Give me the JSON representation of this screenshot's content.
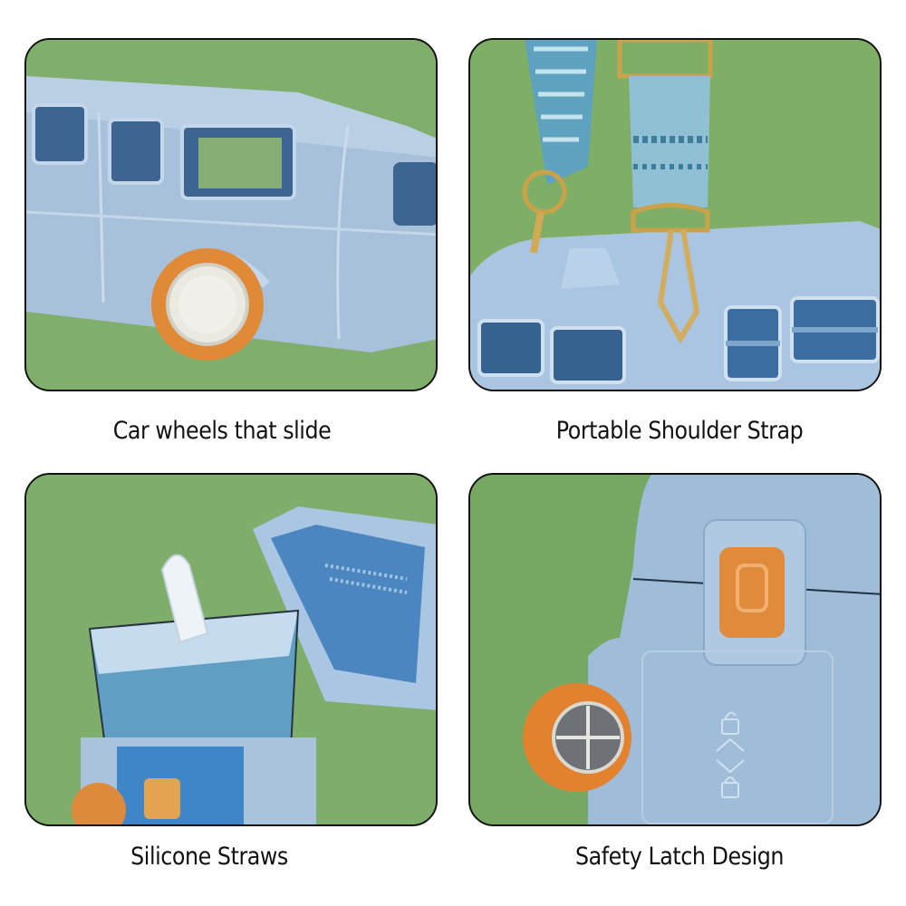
{
  "layout": {
    "columns": 2,
    "rows": 2
  },
  "colors": {
    "background": "#ffffff",
    "panel_green": "#7fae6a",
    "panel_border": "#111111",
    "bottle_blue": "#a9c3dd",
    "window_blue": "#3e6a9c",
    "accent_orange": "#e58b3a",
    "caption_text": "#111111"
  },
  "panels": [
    {
      "id": "top-left",
      "caption": "Car wheels that slide",
      "subject": "bus-shaped bottle side view with orange wheel"
    },
    {
      "id": "top-right",
      "caption": "Portable Shoulder Strap",
      "subject": "patterned strap with gold clasp hooks"
    },
    {
      "id": "bottom-left",
      "caption": "Silicone Straws",
      "subject": "transparent lid with silicone straw, open cap"
    },
    {
      "id": "bottom-right",
      "caption": "Safety Latch Design",
      "subject": "orange latch button with lock/unlock arrows"
    }
  ],
  "latch_icons": [
    "unlock-icon",
    "arrow-up-icon",
    "arrow-down-icon",
    "lock-icon"
  ]
}
